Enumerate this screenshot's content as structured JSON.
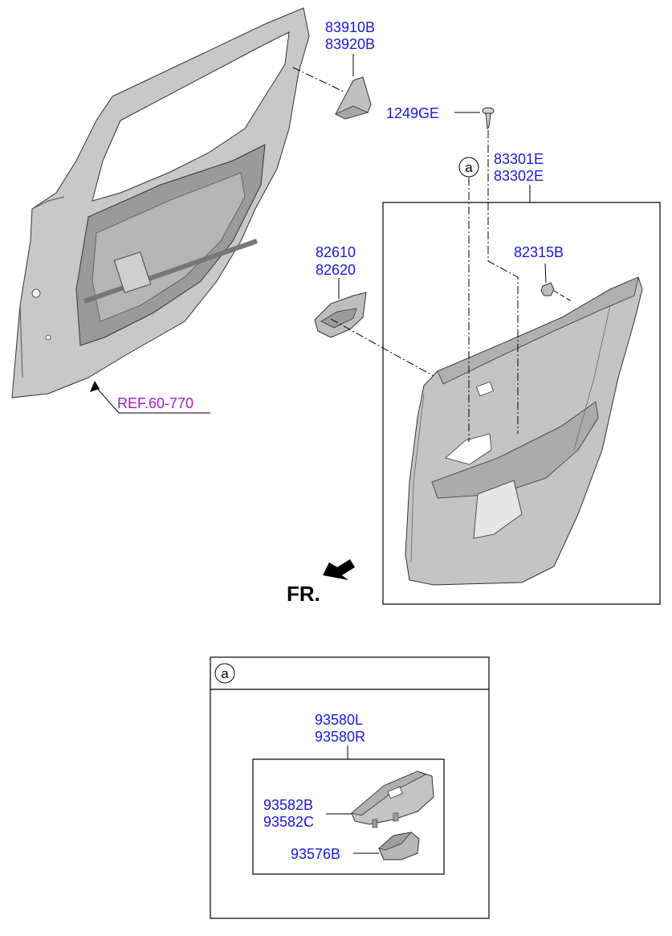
{
  "colors": {
    "part_label": "#1a1ad6",
    "ref_label": "#a020c8",
    "line": "#000000",
    "part_fill": "#c8c8c8",
    "part_shade": "#a9a9a9",
    "part_dark": "#8a8a8a"
  },
  "labels": {
    "mirror_cover": [
      "83910B",
      "83920B"
    ],
    "screw": "1249GE",
    "trim_panel": [
      "83301E",
      "83302E"
    ],
    "clip": "82315B",
    "inside_handle": [
      "82610",
      "82620"
    ],
    "ref": "REF.60-770",
    "front": "FR.",
    "callout_main": "a",
    "callout_detail": "a",
    "switch_assy": [
      "93580L",
      "93580R"
    ],
    "switch_panel": [
      "93582B",
      "93582C"
    ],
    "switch": "93576B"
  }
}
